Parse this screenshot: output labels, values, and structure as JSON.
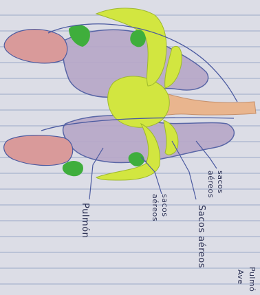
{
  "labels": {
    "pulmon": "Pulmón",
    "sacos_aereos_1_line1": "sacos",
    "sacos_aereos_1_line2": "aéreos",
    "sacos_aereos_2_line1": "sacos",
    "sacos_aereos_2_line2": "aéreos",
    "sacos_aereos_3": "Sacos aéreos",
    "title_line1": "Pulmó",
    "title_line2": "Ave"
  },
  "colors": {
    "lung_pink": "#d99a9a",
    "air_sac_purple": "#b7a7c8",
    "trachea_yellow": "#d2e640",
    "bronchi_green": "#3fae3c",
    "trachea_peach": "#e9b58e",
    "outline_blue": "#4b5aa0"
  }
}
